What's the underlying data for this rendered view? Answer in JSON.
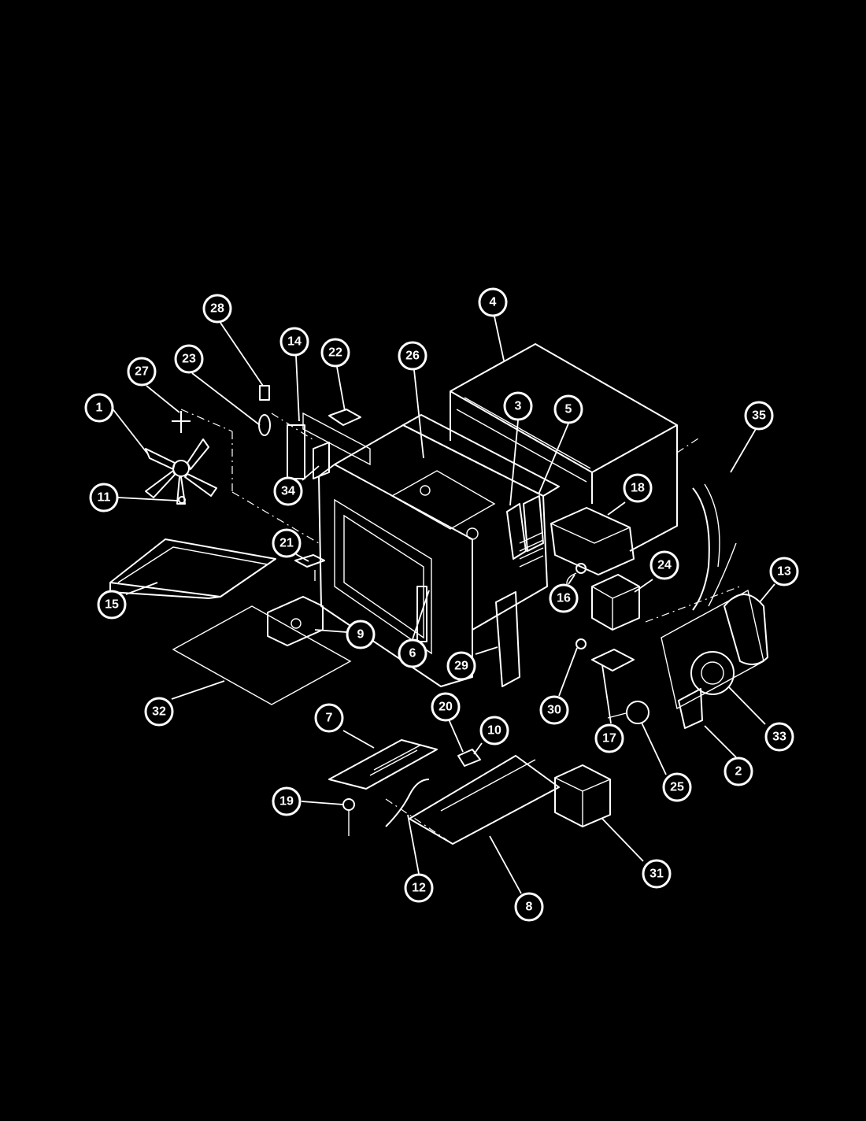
{
  "colors": {
    "background": "#000000",
    "line_art": "#ffffff"
  },
  "callouts": [
    {
      "id": "1",
      "label": "1"
    },
    {
      "id": "2",
      "label": "2"
    },
    {
      "id": "3",
      "label": "3"
    },
    {
      "id": "4",
      "label": "4"
    },
    {
      "id": "5",
      "label": "5"
    },
    {
      "id": "6",
      "label": "6"
    },
    {
      "id": "7",
      "label": "7"
    },
    {
      "id": "8",
      "label": "8"
    },
    {
      "id": "9",
      "label": "9"
    },
    {
      "id": "10",
      "label": "10"
    },
    {
      "id": "11",
      "label": "11"
    },
    {
      "id": "12",
      "label": "12"
    },
    {
      "id": "13",
      "label": "13"
    },
    {
      "id": "14",
      "label": "14"
    },
    {
      "id": "15",
      "label": "15"
    },
    {
      "id": "16",
      "label": "16"
    },
    {
      "id": "17",
      "label": "17"
    },
    {
      "id": "18",
      "label": "18"
    },
    {
      "id": "19",
      "label": "19"
    },
    {
      "id": "20",
      "label": "20"
    },
    {
      "id": "21",
      "label": "21"
    },
    {
      "id": "22",
      "label": "22"
    },
    {
      "id": "23",
      "label": "23"
    },
    {
      "id": "24",
      "label": "24"
    },
    {
      "id": "25",
      "label": "25"
    },
    {
      "id": "26",
      "label": "26"
    },
    {
      "id": "27",
      "label": "27"
    },
    {
      "id": "28",
      "label": "28"
    },
    {
      "id": "29",
      "label": "29"
    },
    {
      "id": "30",
      "label": "30"
    },
    {
      "id": "31",
      "label": "31"
    },
    {
      "id": "32",
      "label": "32"
    },
    {
      "id": "33",
      "label": "33"
    },
    {
      "id": "34",
      "label": "34"
    },
    {
      "id": "35",
      "label": "35"
    }
  ]
}
